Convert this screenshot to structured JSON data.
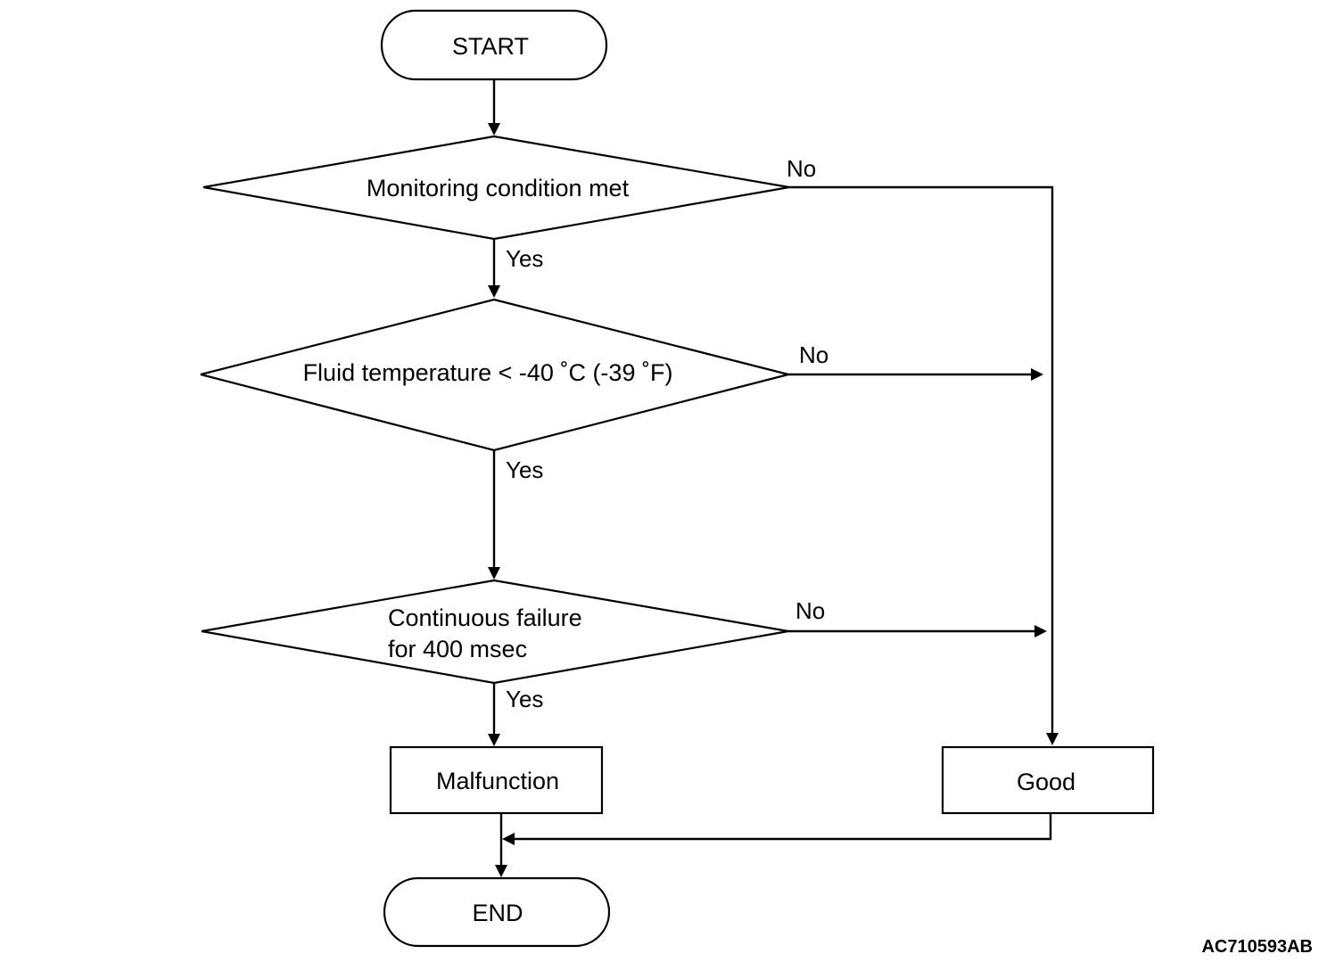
{
  "flowchart": {
    "start": "START",
    "decisions": [
      {
        "lines": [
          "Monitoring condition met"
        ],
        "yes": "Yes",
        "no": "No"
      },
      {
        "lines": [
          "Fluid temperature < -40 ˚C (-39 ˚F)"
        ],
        "yes": "Yes",
        "no": "No"
      },
      {
        "lines": [
          "Continuous failure",
          "for 400 msec"
        ],
        "yes": "Yes",
        "no": "No"
      }
    ],
    "malfunction": "Malfunction",
    "good": "Good",
    "end": "END",
    "figure_code": "AC710593AB"
  }
}
